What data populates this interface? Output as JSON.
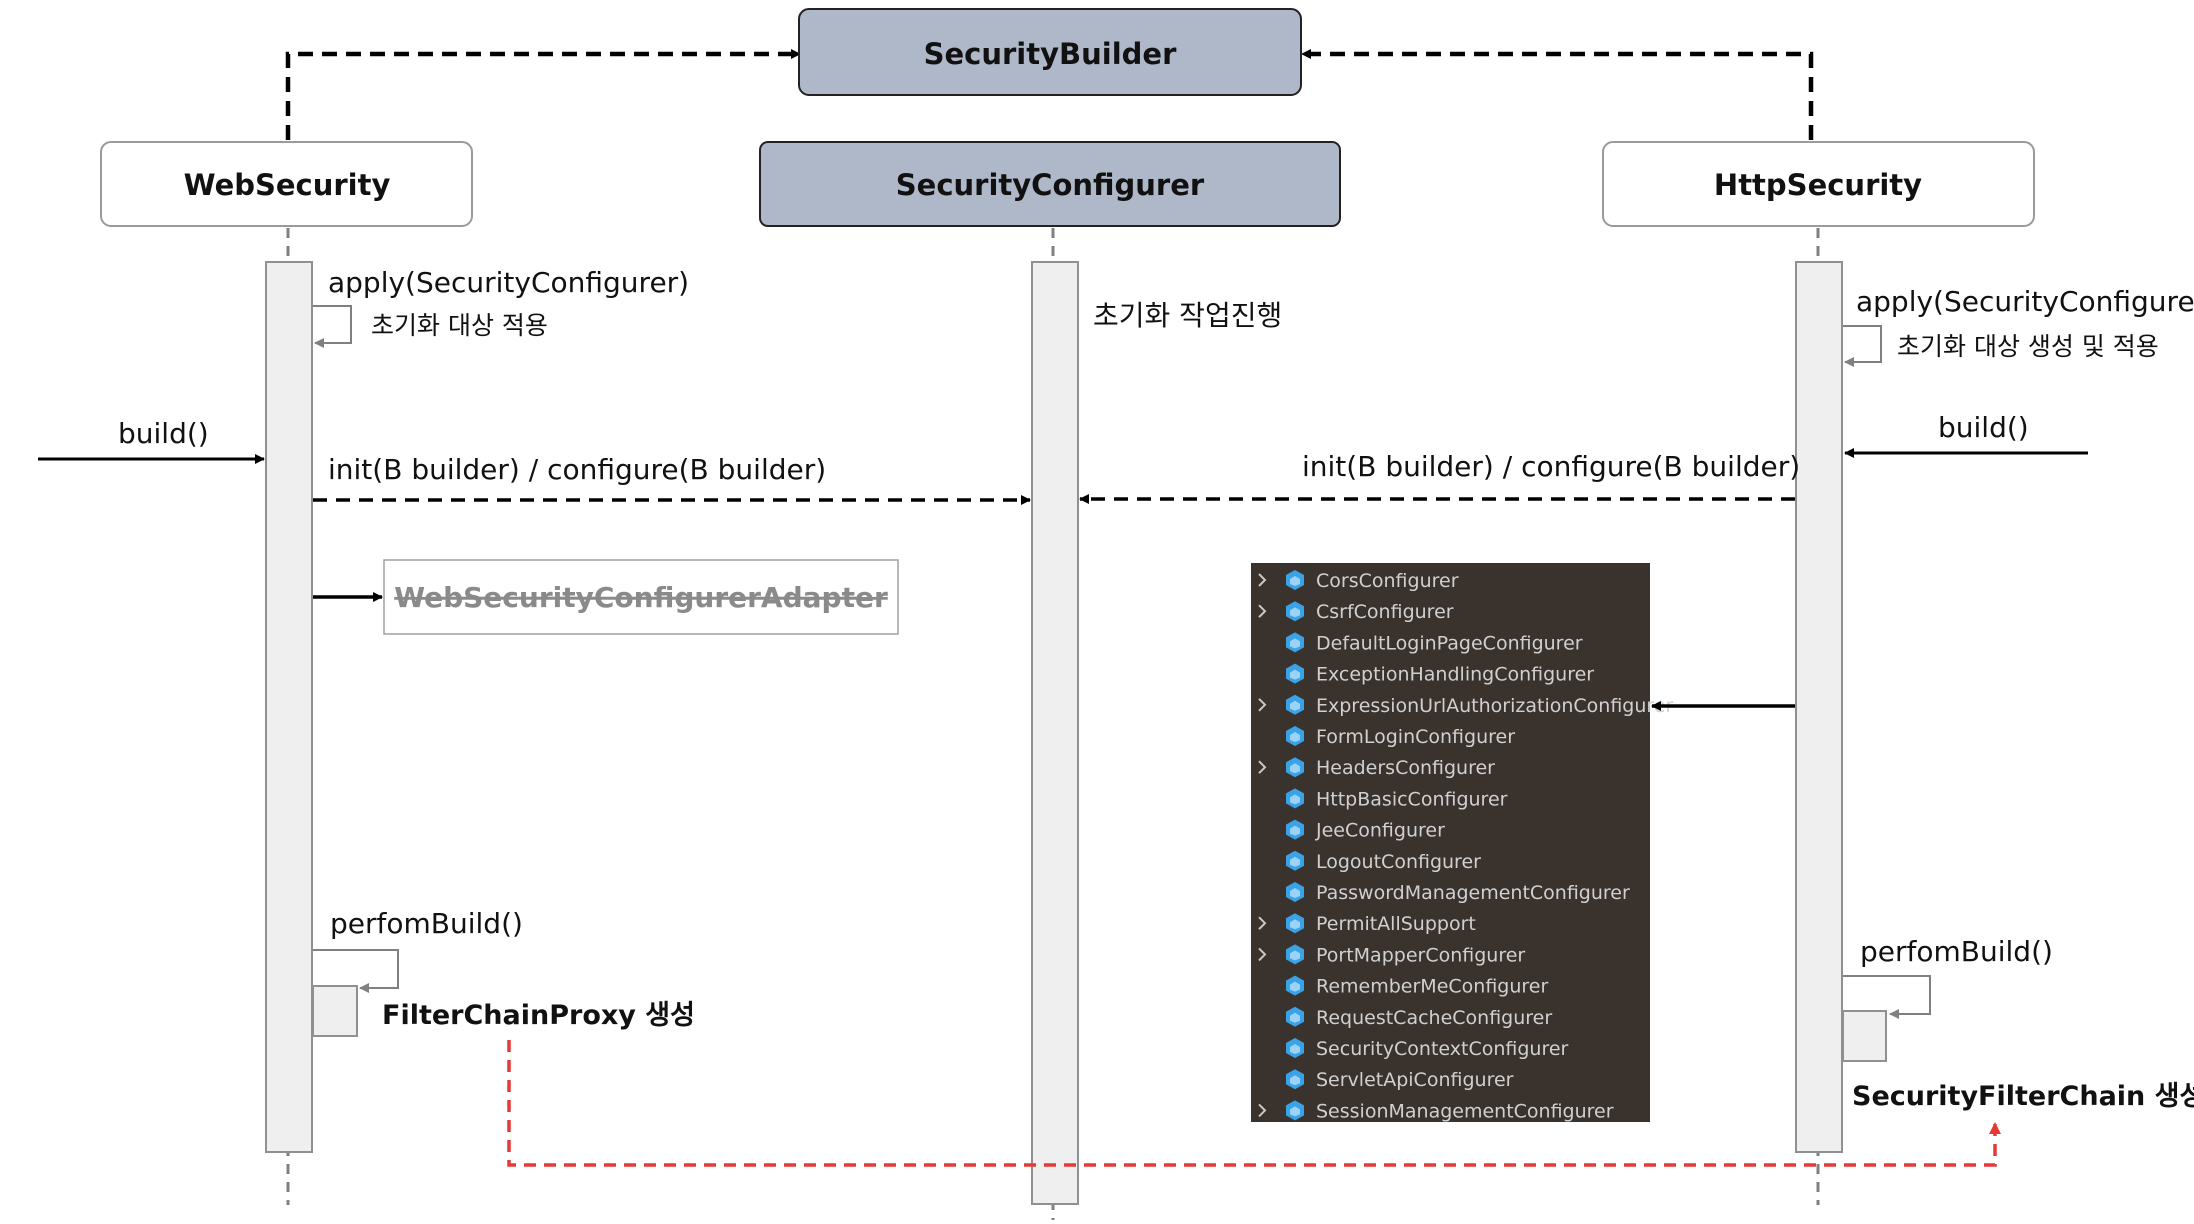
{
  "diagram": {
    "security_builder": "SecurityBuilder",
    "security_configurer": "SecurityConfigurer",
    "web_security": "WebSecurity",
    "http_security": "HttpSecurity",
    "ws_apply": "apply(SecurityConfigurer)",
    "ws_apply_desc": "초기화 대상 적용",
    "ws_build": "build()",
    "ws_init_configure": "init(B builder) / configure(B builder)",
    "wsca": "WebSecurityConfigurerAdapter",
    "ws_perform_build": "perfomBuild()",
    "ws_result": "FilterChainProxy 생성",
    "sc_init_desc": "초기화 작업진행",
    "hs_apply": "apply(SecurityConfigurer)",
    "hs_apply_desc": "초기화 대상 생성 및 적용",
    "hs_build": "build()",
    "hs_init_configure": "init(B builder) / configure(B builder)",
    "hs_perform_build": "perfomBuild()",
    "hs_result": "SecurityFilterChain 생성",
    "configurers": [
      {
        "name": "CorsConfigurer",
        "expandable": true
      },
      {
        "name": "CsrfConfigurer",
        "expandable": true
      },
      {
        "name": "DefaultLoginPageConfigurer",
        "expandable": false
      },
      {
        "name": "ExceptionHandlingConfigurer",
        "expandable": false
      },
      {
        "name": "ExpressionUrlAuthorizationConfigurer",
        "expandable": true
      },
      {
        "name": "FormLoginConfigurer",
        "expandable": false
      },
      {
        "name": "HeadersConfigurer",
        "expandable": true
      },
      {
        "name": "HttpBasicConfigurer",
        "expandable": false
      },
      {
        "name": "JeeConfigurer",
        "expandable": false
      },
      {
        "name": "LogoutConfigurer",
        "expandable": false
      },
      {
        "name": "PasswordManagementConfigurer",
        "expandable": false
      },
      {
        "name": "PermitAllSupport",
        "expandable": true
      },
      {
        "name": "PortMapperConfigurer",
        "expandable": true
      },
      {
        "name": "RememberMeConfigurer",
        "expandable": false
      },
      {
        "name": "RequestCacheConfigurer",
        "expandable": false
      },
      {
        "name": "SecurityContextConfigurer",
        "expandable": false
      },
      {
        "name": "ServletApiConfigurer",
        "expandable": false
      },
      {
        "name": "SessionManagementConfigurer",
        "expandable": true
      }
    ],
    "colors": {
      "header_fill": "#aeb8c9",
      "panel_bg": "#3a322d",
      "class_icon": "#3aa3e8",
      "red_line": "#e53935"
    }
  }
}
